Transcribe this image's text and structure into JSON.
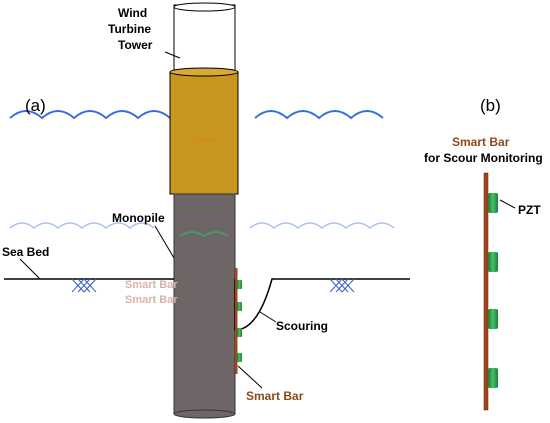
{
  "panel_a": {
    "label": "(a)",
    "tower_label": [
      "Wind",
      "Turbine",
      "Tower"
    ],
    "monopile_label": "Monopile",
    "seabed_label": "Sea Bed",
    "scouring_label": "Scouring",
    "smartbar_label": "Smart Bar",
    "ghost_labels": [
      "Smart Bar",
      "Smart Bar"
    ]
  },
  "panel_b": {
    "label": "(b)",
    "title": "Smart Bar",
    "subtitle": "for Scour Monitoring",
    "pzt_label": "PZT"
  },
  "colors": {
    "water": "#3a6fd8",
    "pile": "#6e6666",
    "transition_piece": "#c8961e",
    "smart_bar": "#a0461a",
    "pzt": "#2ea84a",
    "seabed_hatch": "#3a62c8"
  }
}
